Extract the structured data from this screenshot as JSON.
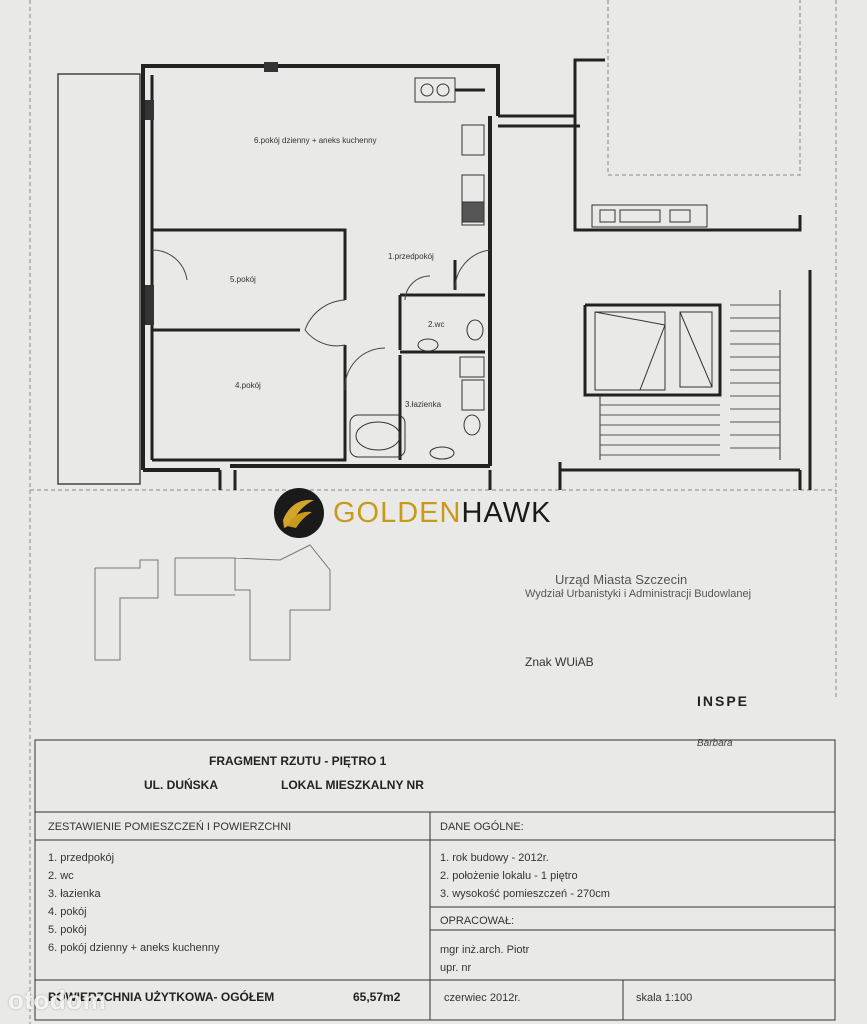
{
  "rooms": {
    "r6": "6.pokój dzienny + aneks kuchenny",
    "r1": "1.przedpokój",
    "r5": "5.pokój",
    "r2": "2.wc",
    "r4": "4.pokój",
    "r3": "3.łazienka"
  },
  "logo": {
    "part1": "GOLDEN",
    "part2": "HAWK",
    "color_gold": "#c99a1a"
  },
  "stamp": {
    "line1": "Urząd Miasta Szczecin",
    "line2": "Wydział Urbanistyki i Administracji Budowlanej",
    "znak": "Znak WUiAB",
    "insp": "INSPE",
    "barbara": "Barbara"
  },
  "title": {
    "line1": "FRAGMENT RZUTU - PIĘTRO 1",
    "line2a": "UL. DUŃSKA",
    "line2b": "LOKAL MIESZKALNY NR"
  },
  "left_section": {
    "header": "ZESTAWIENIE POMIESZCZEŃ I POWIERZCHNI",
    "items": [
      "1. przedpokój",
      "2. wc",
      "3. łazienka",
      "4. pokój",
      "5. pokój",
      "6. pokój dzienny + aneks kuchenny"
    ]
  },
  "right_section": {
    "header": "DANE OGÓLNE:",
    "items": [
      "1. rok budowy - 2012r.",
      "2. położenie lokalu - 1 piętro",
      "3. wysokość pomieszczeń - 270cm"
    ],
    "prepared_header": "OPRACOWAŁ:",
    "prepared_name": "mgr inż.arch. Piotr",
    "prepared_upr": "upr. nr"
  },
  "footer": {
    "area_label": "POWIERZCHNIA UŻYTKOWA- OGÓŁEM",
    "area_value": "65,57m2",
    "date": "czerwiec 2012r.",
    "scale": "skala 1:100"
  },
  "watermark": "otodom"
}
